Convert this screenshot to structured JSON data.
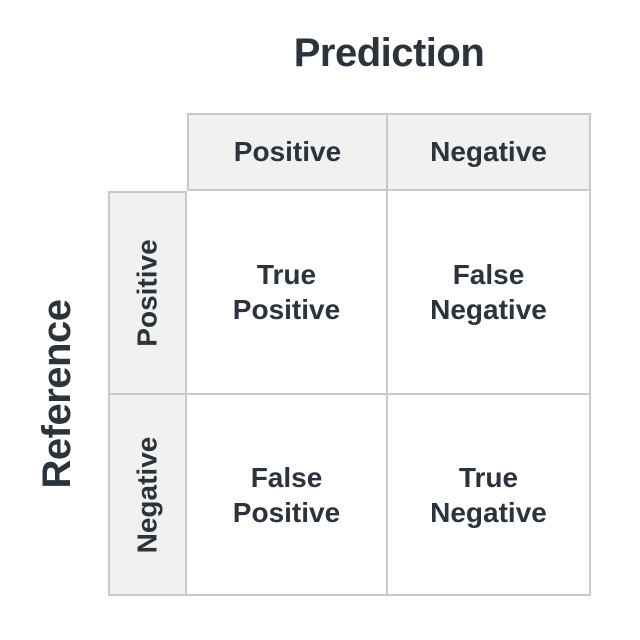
{
  "colors": {
    "text": "#2b333c",
    "header_bg": "#f1f1f0",
    "border": "#c9c9c9",
    "background": "#ffffff"
  },
  "axis_labels": {
    "prediction": "Prediction",
    "reference": "Reference"
  },
  "matrix": {
    "column_headers": {
      "positive": "Positive",
      "negative": "Negative"
    },
    "row_headers": {
      "positive": "Positive",
      "negative": "Negative"
    },
    "cells": {
      "true_positive": {
        "line1": "True",
        "line2": "Positive"
      },
      "false_negative": {
        "line1": "False",
        "line2": "Negative"
      },
      "false_positive": {
        "line1": "False",
        "line2": "Positive"
      },
      "true_negative": {
        "line1": "True",
        "line2": "Negative"
      }
    }
  }
}
